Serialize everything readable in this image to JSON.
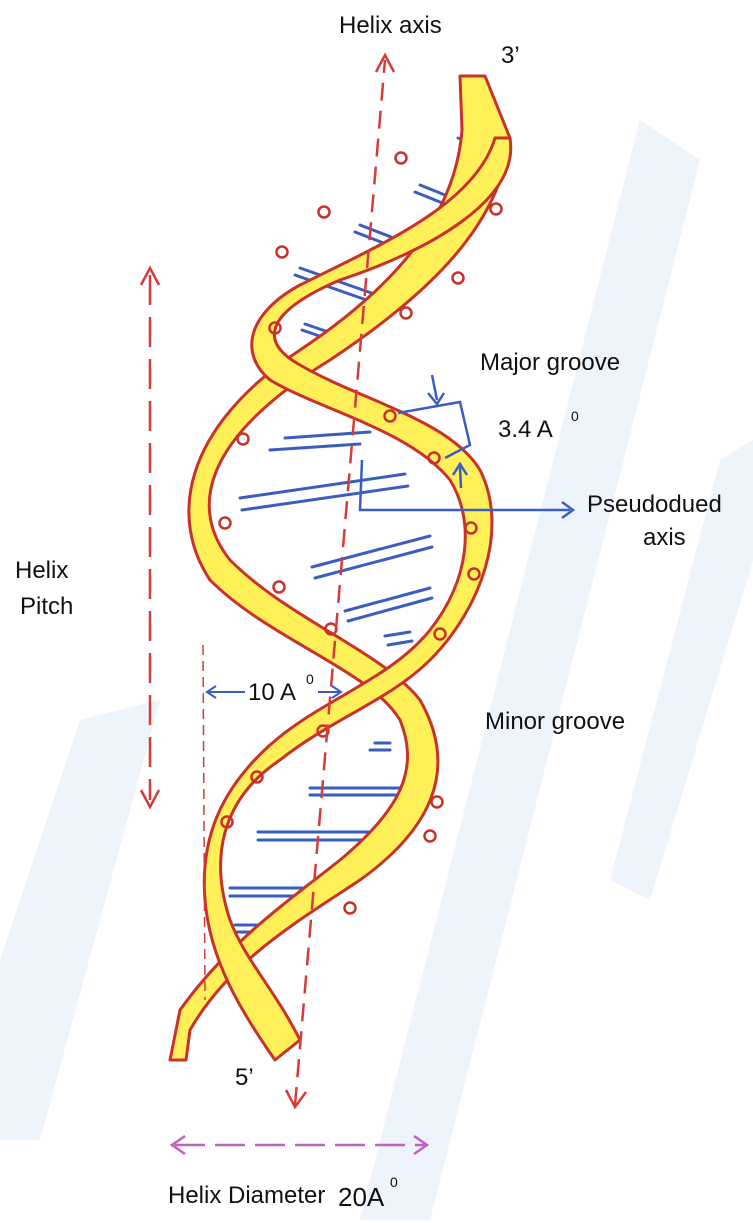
{
  "labels": {
    "helix_axis": "Helix axis",
    "end_3": "3’",
    "end_5": "5’",
    "major_groove": "Major groove",
    "rise_value": "3.4 A",
    "rise_sup": "0",
    "pseudodyad_line1": "Pseudodued",
    "pseudodyad_line2": "axis",
    "helix_pitch_line1": "Helix",
    "helix_pitch_line2": "Pitch",
    "radius_value": "10 A",
    "radius_sup": "0",
    "minor_groove": "Minor groove",
    "diameter_label": "Helix Diameter",
    "diameter_value": "20A",
    "diameter_sup": "0"
  },
  "colors": {
    "strand_fill": "#fff05a",
    "strand_edge": "#c8322a",
    "base_pair": "#3a5ec0",
    "axis": "#d43c3c",
    "diameter_arrow": "#c060c0",
    "watermark": "#eaf1fb"
  }
}
